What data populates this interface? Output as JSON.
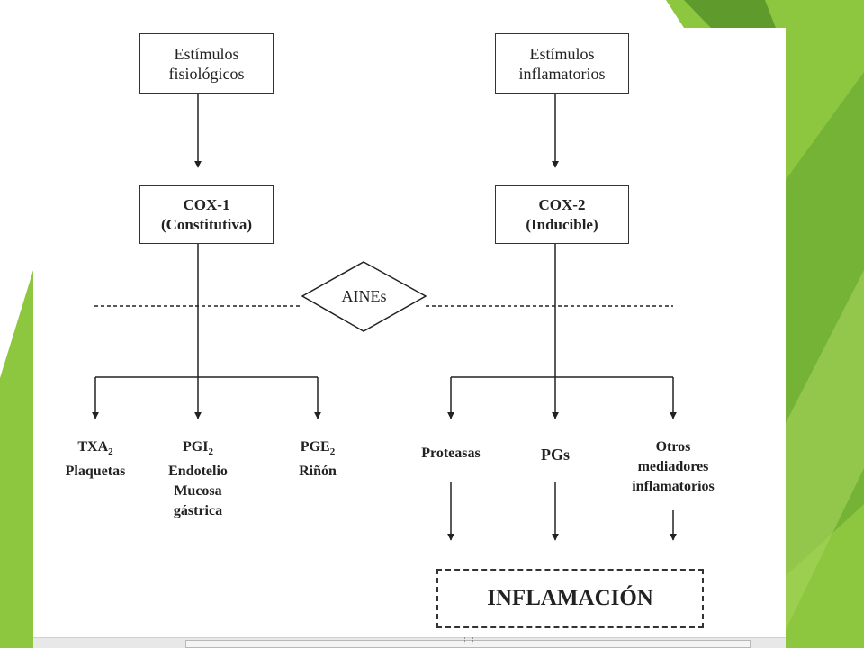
{
  "colors": {
    "accent_light": "#8dc63f",
    "accent_dark": "#5e9a2c",
    "accent_mid": "#74b336"
  },
  "diagram": {
    "stimulus_left": {
      "line1": "Estímulos",
      "line2": "fisiológicos"
    },
    "stimulus_right": {
      "line1": "Estímulos",
      "line2": "inflamatorios"
    },
    "cox1": {
      "line1": "COX-1",
      "line2": "(Constitutiva)"
    },
    "cox2": {
      "line1": "COX-2",
      "line2": "(Inducible)"
    },
    "inhibitor": "AINEs",
    "left_products": [
      {
        "main": "TXA",
        "sub": "2",
        "lines": [
          "Plaquetas"
        ]
      },
      {
        "main": "PGI",
        "sub": "2",
        "lines": [
          "Endotelio",
          "Mucosa",
          "gástrica"
        ]
      },
      {
        "main": "PGE",
        "sub": "2",
        "lines": [
          "Riñón"
        ]
      }
    ],
    "right_products": [
      {
        "lines": [
          "Proteasas"
        ]
      },
      {
        "lines": [
          "PGs"
        ]
      },
      {
        "lines": [
          "Otros",
          "mediadores",
          "inflamatorios"
        ]
      }
    ],
    "outcome": "INFLAMACIÓN"
  }
}
